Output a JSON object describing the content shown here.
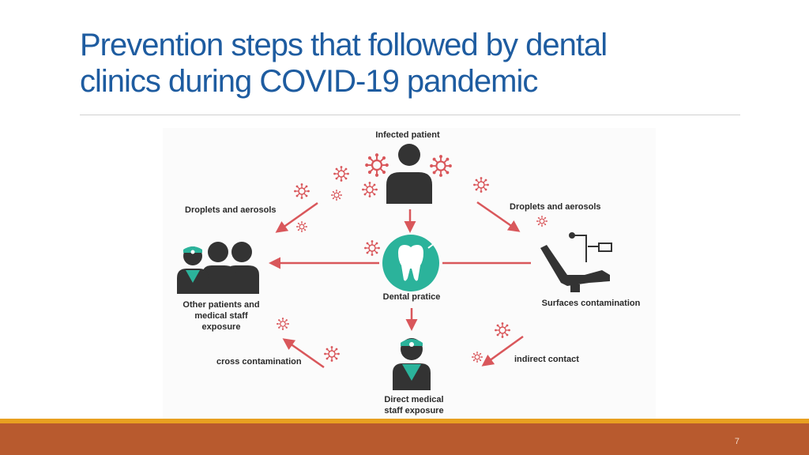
{
  "slide": {
    "title_line1": "Prevention steps that followed by dental",
    "title_line2": "clinics during COVID-19 pandemic",
    "page_number": "7"
  },
  "diagram": {
    "nodes": {
      "infected_patient": "Infected patient",
      "dental_practice": "Dental pratice",
      "other_patients": [
        "Other patients and",
        "medical staff",
        "exposure"
      ],
      "surfaces": "Surfaces contamination",
      "direct_staff": [
        "Direct medical",
        "staff exposure"
      ]
    },
    "edges": {
      "droplets_left": "Droplets and aerosols",
      "droplets_right": "Droplets and aerosols",
      "cross_contamination": "cross contamination",
      "indirect_contact": "indirect contact"
    }
  },
  "colors": {
    "title": "#1e5ca0",
    "arrow": "#d9575b",
    "virus": "#d9575b",
    "teal": "#2bb39b",
    "figure": "#333333",
    "footer_bar": "#b85a2e",
    "footer_accent": "#e8a020"
  }
}
